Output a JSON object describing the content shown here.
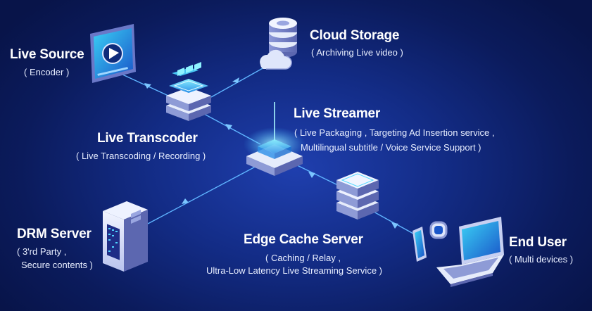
{
  "nodes": {
    "live_source": {
      "title": "Live Source",
      "subtitle": "( Encoder )"
    },
    "cloud_storage": {
      "title": "Cloud Storage",
      "subtitle": "( Archiving Live video )"
    },
    "live_transcoder": {
      "title": "Live Transcoder",
      "subtitle": "( Live Transcoding / Recording )"
    },
    "live_streamer": {
      "title": "Live Streamer",
      "subtitle_line1": "( Live Packaging , Targeting Ad Insertion service ,",
      "subtitle_line2": "Multilingual subtitle / Voice Service Support )"
    },
    "drm_server": {
      "title": "DRM Server",
      "subtitle_line1": "( 3'rd Party ,",
      "subtitle_line2": "Secure contents )"
    },
    "edge_cache_server": {
      "title": "Edge Cache Server",
      "subtitle_line1": "( Caching / Relay ,",
      "subtitle_line2": "Ultra-Low Latency Live Streaming Service )"
    },
    "end_user": {
      "title": "End User",
      "subtitle": "( Multi devices )"
    }
  },
  "icons": {
    "live_source": "video-player-icon",
    "cloud_storage": "database-cloud-icon",
    "live_transcoder": "server-stack-icon",
    "live_streamer": "glowing-platform-icon",
    "drm_server": "server-tower-icon",
    "edge_cache_server": "server-stack-icon",
    "end_user": "devices-icon"
  },
  "edges": [
    {
      "from": "live_source",
      "to": "live_transcoder"
    },
    {
      "from": "live_transcoder",
      "to": "cloud_storage"
    },
    {
      "from": "live_transcoder",
      "to": "live_streamer"
    },
    {
      "from": "live_streamer",
      "to": "drm_server"
    },
    {
      "from": "live_streamer",
      "to": "edge_cache_server"
    },
    {
      "from": "edge_cache_server",
      "to": "end_user"
    }
  ],
  "colors": {
    "background": "#132c86",
    "connector": "#5fb4ff",
    "node_light": "#e6ecfb",
    "node_shade": "#8e9bd6",
    "accent_cyan": "#4fd6ff"
  }
}
